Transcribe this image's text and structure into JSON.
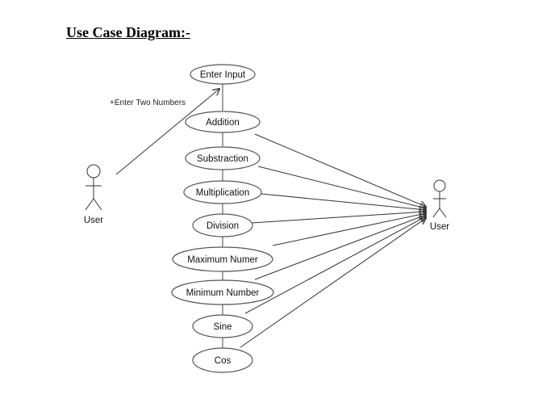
{
  "title": "Use Case Diagram:-",
  "actors": {
    "left": "User",
    "right": "User"
  },
  "message": "+Enter Two Numbers",
  "use_cases": [
    "Enter Input",
    "Addition",
    "Substraction",
    "Multiplication",
    "Division",
    "Maximum Numer",
    "Minimum Number",
    "Sine",
    "Cos"
  ]
}
